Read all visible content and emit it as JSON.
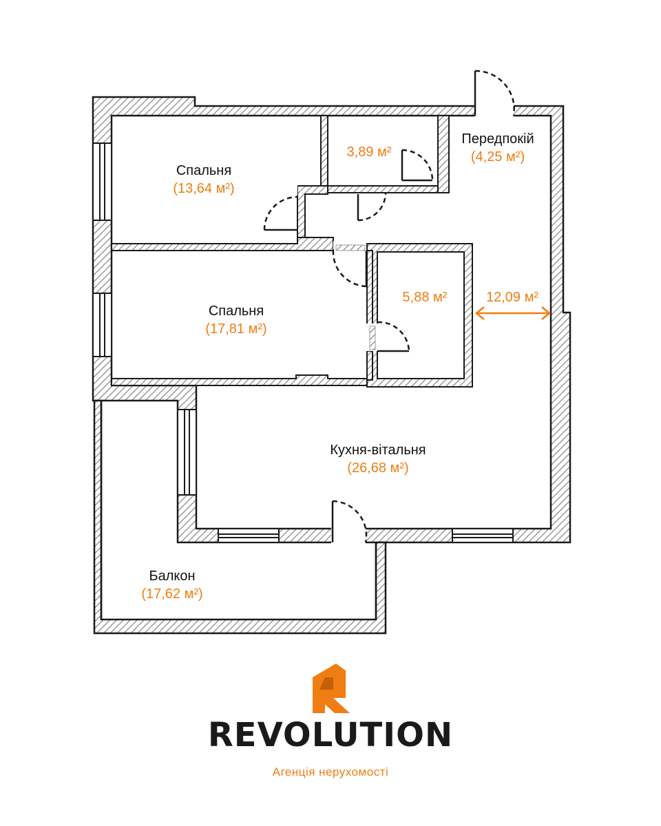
{
  "colors": {
    "accent": "#f07d12",
    "wall": "#1a1a1a",
    "hatch": "#9a9a9a"
  },
  "rooms": {
    "bedroom_top": {
      "name": "Спальня",
      "area": "(13,64 м²)"
    },
    "bedroom_mid": {
      "name": "Спальня",
      "area": "(17,81 м²)"
    },
    "bathroom_small": {
      "area": "3,89 м²"
    },
    "bathroom_large": {
      "area": "5,88 м²"
    },
    "hallway": {
      "name": "Передпокій",
      "area": "(4,25 м²)"
    },
    "corridor": {
      "area": "12,09 м²"
    },
    "kitchen_living": {
      "name": "Кухня-вітальня",
      "area": "(26,68 м²)"
    },
    "balcony": {
      "name": "Балкон",
      "area": "(17,62 м²)"
    }
  },
  "brand": {
    "logo_icon": "revolution-logo-icon",
    "name": "REVOLUTION",
    "tagline": "Агенція нерухомості"
  }
}
